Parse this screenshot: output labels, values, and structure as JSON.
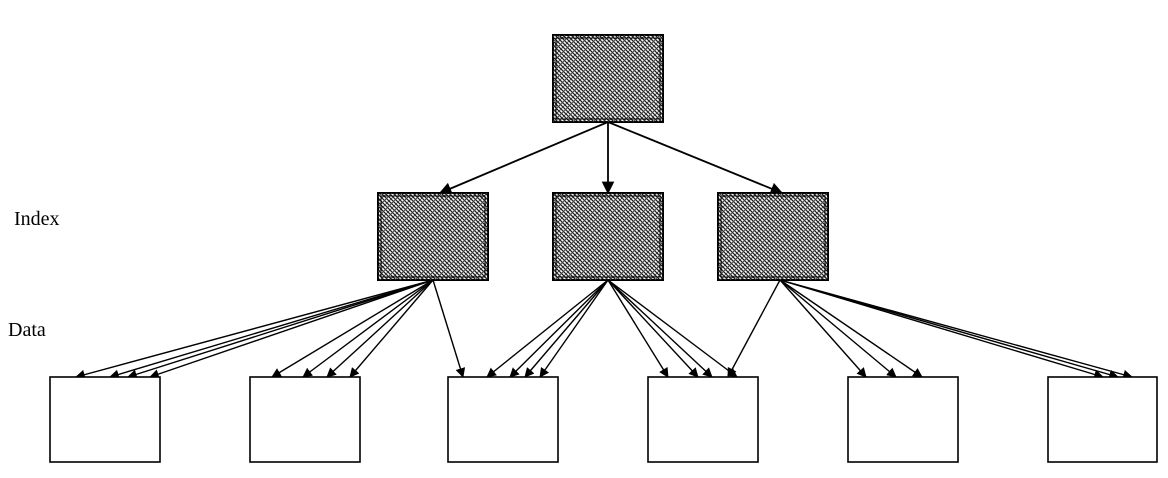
{
  "labels": {
    "index": "Index",
    "data": "Data"
  },
  "colors": {
    "line": "#000000",
    "hatch_dark": "#1a1a1a",
    "hatch_light": "#ffffff",
    "data_fill": "#ffffff"
  },
  "structure": {
    "root_children": [
      "index-1",
      "index-2",
      "index-3"
    ],
    "index_nodes": [
      "index-1",
      "index-2",
      "index-3"
    ],
    "data_nodes": [
      "data-1",
      "data-2",
      "data-3",
      "data-4",
      "data-5",
      "data-6"
    ]
  }
}
